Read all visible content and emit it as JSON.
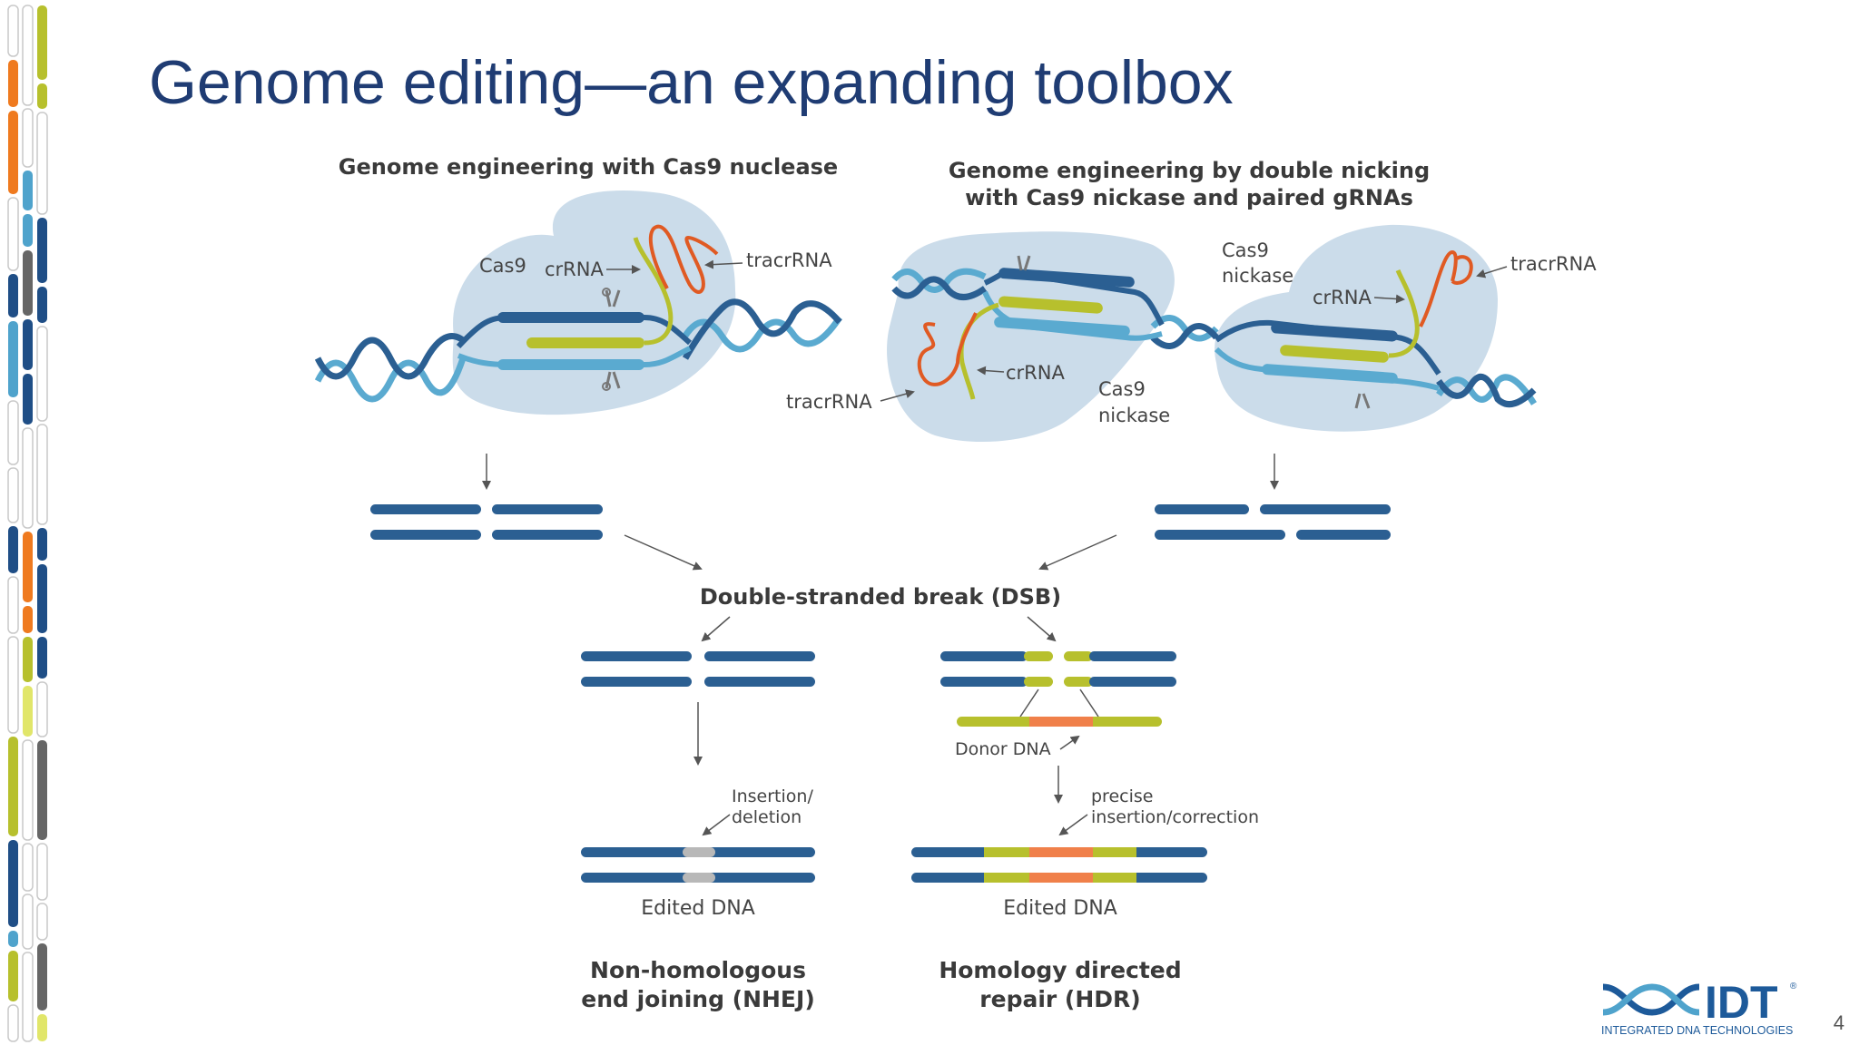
{
  "slide": {
    "title": "Genome editing—an expanding toolbox",
    "page_number": "4"
  },
  "left_panel": {
    "heading": "Genome engineering with Cas9 nuclease",
    "cas9": "Cas9",
    "crRNA": "crRNA",
    "tracrRNA": "tracrRNA"
  },
  "right_panel": {
    "heading_line1": "Genome engineering by double nicking",
    "heading_line2": "with Cas9 nickase and paired gRNAs",
    "cas9_a": "Cas9",
    "nickase_a": "nickase",
    "crRNA_a": "crRNA",
    "tracrRNA_a": "tracrRNA",
    "cas9_b": "Cas9",
    "nickase_b": "nickase",
    "crRNA_b": "crRNA",
    "tracrRNA_b": "tracrRNA"
  },
  "dsb": {
    "label": "Double-stranded break (DSB)"
  },
  "nhej": {
    "annotation_line1": "Insertion/",
    "annotation_line2": "deletion",
    "edited": "Edited DNA",
    "caption_line1": "Non-homologous",
    "caption_line2": "end joining (NHEJ)"
  },
  "hdr": {
    "donor": "Donor DNA",
    "annotation_line1": "precise",
    "annotation_line2": "insertion/correction",
    "edited": "Edited DNA",
    "caption_line1": "Homology directed",
    "caption_line2": "repair (HDR)"
  },
  "logo": {
    "wordmark": "IDT",
    "tagline": "INTEGRATED DNA TECHNOLOGIES",
    "registered": "®"
  },
  "colors": {
    "title": "#1f3c73",
    "dna_dark": "#2b5f92",
    "dna_light": "#5aaad0",
    "guide_green": "#b7c02d",
    "tracr_orange": "#e05a23",
    "cas9_blob": "#cbdcea",
    "edit_gray": "#b8b8b8",
    "edit_orange": "#f0804a",
    "idt_blue": "#1d5a9a"
  }
}
